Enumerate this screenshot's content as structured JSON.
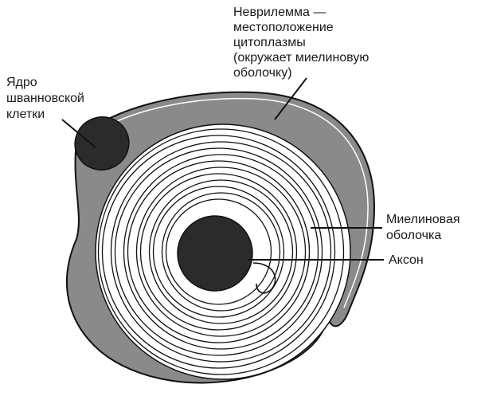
{
  "colors": {
    "background": "#ffffff",
    "cytoplasm": "#8a8a8a",
    "dark": "#2b2b2b",
    "outline": "#111111",
    "myelin_fill": "#ffffff"
  },
  "diagram": {
    "myelin_turns": 12,
    "labels": {
      "neurilemma": [
        "Неврилемма —",
        "местоположение",
        "цитоплазмы",
        "(окружает миелиновую",
        "оболочку)"
      ],
      "nucleus": [
        "Ядро",
        "шванновской",
        "клетки"
      ],
      "myelin": [
        "Миелиновая",
        "оболочка"
      ],
      "axon": [
        "Аксон"
      ]
    }
  }
}
